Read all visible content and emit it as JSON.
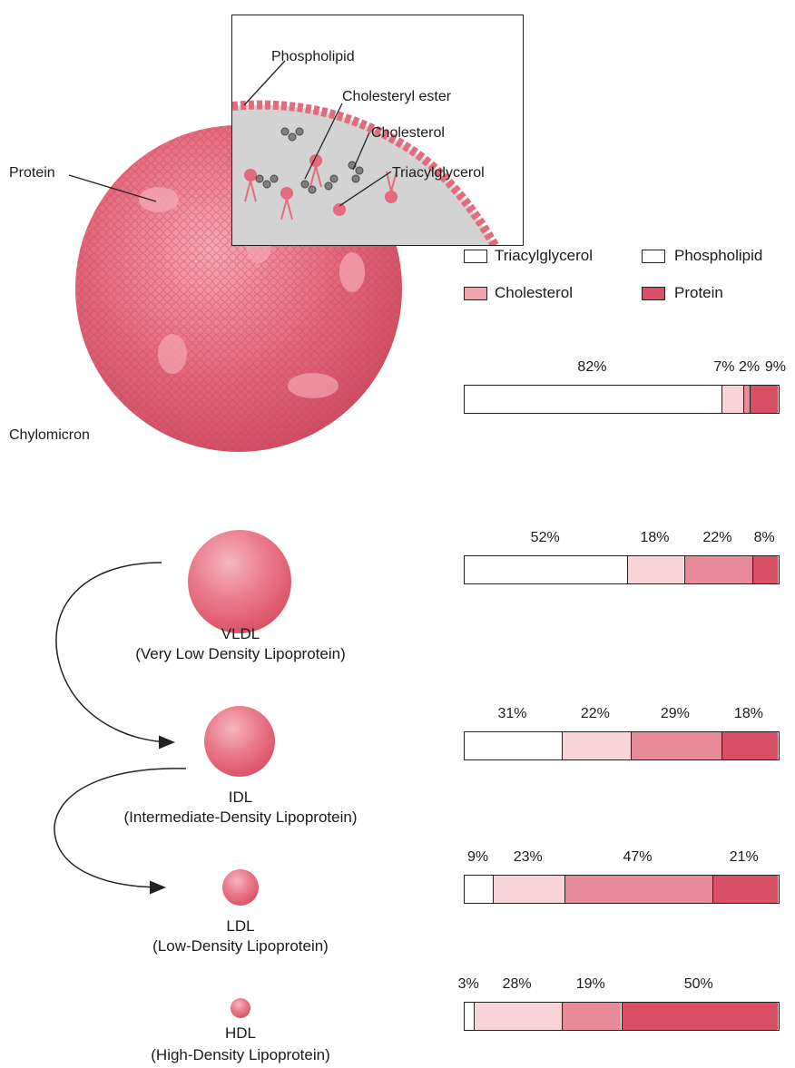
{
  "labels": {
    "phospholipid": "Phospholipid",
    "cholesteryl_ester": "Cholesteryl ester",
    "cholesterol": "Cholesterol",
    "triacylglycerol": "Triacylglycerol",
    "protein": "Protein",
    "chylomicron": "Chylomicron"
  },
  "legend": [
    {
      "label": "Triacylglycerol",
      "color": "#ffffff"
    },
    {
      "label": "Phospholipid",
      "color": "#ffffff"
    },
    {
      "label": "Cholesterol",
      "color": "#f1a4ae"
    },
    {
      "label": "Protein",
      "color": "#d94f63"
    }
  ],
  "lipoproteins": [
    {
      "name": "VLDL",
      "full": "(Very Low Density Lipoprotein)"
    },
    {
      "name": "IDL",
      "full": "(Intermediate-Density Lipoprotein)"
    },
    {
      "name": "LDL",
      "full": "(Low-Density Lipoprotein)"
    },
    {
      "name": "HDL",
      "full": "(High-Density Lipoprotein)"
    }
  ],
  "colors": {
    "triacylglycerol": "#ffffff",
    "cholesterol_light": "#f8d3d8",
    "phospholipid_mid": "#e78b98",
    "protein": "#d94f63",
    "particle": "#e46b7c"
  },
  "chart_data": {
    "type": "bar",
    "orientation": "horizontal-stacked",
    "categories": [
      "Chylomicron",
      "VLDL",
      "IDL",
      "LDL",
      "HDL"
    ],
    "series": [
      {
        "name": "Triacylglycerol",
        "values": [
          82,
          52,
          31,
          9,
          3
        ]
      },
      {
        "name": "Cholesterol",
        "values": [
          7,
          18,
          22,
          23,
          28
        ]
      },
      {
        "name": "Phospholipid",
        "values": [
          2,
          22,
          29,
          47,
          19
        ]
      },
      {
        "name": "Protein",
        "values": [
          9,
          8,
          18,
          21,
          50
        ]
      }
    ],
    "data_labels": [
      [
        "82%",
        "7%",
        "2%",
        "9%"
      ],
      [
        "52%",
        "18%",
        "22%",
        "8%"
      ],
      [
        "31%",
        "22%",
        "29%",
        "18%"
      ],
      [
        "9%",
        "23%",
        "47%",
        "21%"
      ],
      [
        "3%",
        "28%",
        "19%",
        "50%"
      ]
    ]
  }
}
